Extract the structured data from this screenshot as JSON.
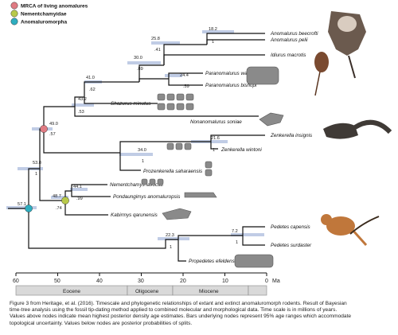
{
  "legend": [
    {
      "label": "MRCA of living anomalures",
      "color": "#e07b83"
    },
    {
      "label": "Nementchamyidae",
      "color": "#b8c94a"
    },
    {
      "label": "Anomaluromorpha",
      "color": "#2eaec0"
    }
  ],
  "taxa": [
    {
      "key": "beecrofti",
      "label": "Anomalurus beecrofti"
    },
    {
      "key": "pelii",
      "label": "Anomalurus pelii"
    },
    {
      "key": "macrotis",
      "label": "Idiurus macrotis"
    },
    {
      "key": "walkeri",
      "label": "Paranomalurus walkeri"
    },
    {
      "key": "bishopi",
      "label": "Paranomalurus bishopi"
    },
    {
      "key": "minutus",
      "label": "Shazurus minutus"
    },
    {
      "key": "soniae",
      "label": "Nonanomalurus soniae"
    },
    {
      "key": "insignis",
      "label": "Zenkerella insignis"
    },
    {
      "key": "wintoni",
      "label": "Zenkerella wintoni"
    },
    {
      "key": "saharaensis",
      "label": "Prozenkerella saharaensis"
    },
    {
      "key": "lavocati",
      "label": "Nementchamys lavocati"
    },
    {
      "key": "anomaluropsis",
      "label": "Pondaungimys anomaluropsis"
    },
    {
      "key": "qarunensis",
      "label": "Kabirmys qarunensis"
    },
    {
      "key": "capensis",
      "label": "Pedetes capensis"
    },
    {
      "key": "surdaster",
      "label": "Pedetes surdaster"
    },
    {
      "key": "efeldensis",
      "label": "Propedetes efeldensis"
    }
  ],
  "nodes": [
    {
      "key": "root",
      "age": "57.1",
      "prob": ""
    },
    {
      "key": "anom",
      "age": "53.8",
      "prob": "1"
    },
    {
      "key": "mrca",
      "age": "49.0",
      "prob": ".57"
    },
    {
      "key": "sub1",
      "age": "43.2",
      "prob": ".53"
    },
    {
      "key": "sub2",
      "age": "41.0",
      "prob": ".62"
    },
    {
      "key": "sub3",
      "age": "30.0",
      "prob": ".89"
    },
    {
      "key": "anomalurus_idiurus",
      "age": "25.8",
      "prob": ".41"
    },
    {
      "key": "anomalurus",
      "age": "18.2",
      "prob": "1"
    },
    {
      "key": "paranomalurus",
      "age": "24.4",
      "prob": ".59"
    },
    {
      "key": "zenkerellini",
      "age": "34.0",
      "prob": "1"
    },
    {
      "key": "zenkerella",
      "age": "21.6",
      "prob": "1"
    },
    {
      "key": "nement",
      "age": "48.7",
      "prob": ".74"
    },
    {
      "key": "nement_sub",
      "age": "44.1",
      "prob": ".99"
    },
    {
      "key": "pedetidae",
      "age": "22.3",
      "prob": "1"
    },
    {
      "key": "pedetes",
      "age": "7.2",
      "prob": "1"
    }
  ],
  "axis": {
    "ticks": [
      "60",
      "50",
      "40",
      "30",
      "20",
      "10",
      "0"
    ],
    "unit": "Ma",
    "epochs": [
      "Eocene",
      "Oligocene",
      "Miocene"
    ]
  },
  "caption": [
    "Figure 3 from Heritage, et al. (2016). Timescale and phylogenetic relationships of extant and extinct anomaluromorph rodents. Result of Bayesian",
    "time-tree analysis using the fossil tip-dating method applied to combined molecular and morphological data. Time scale is in millions of years.",
    "Values above nodes indicate mean highest posterior density age estimates. Bars underlying nodes represent 95% age ranges which accommodate",
    "topological uncertainty. Values below nodes are posterior probabilities of splits."
  ]
}
